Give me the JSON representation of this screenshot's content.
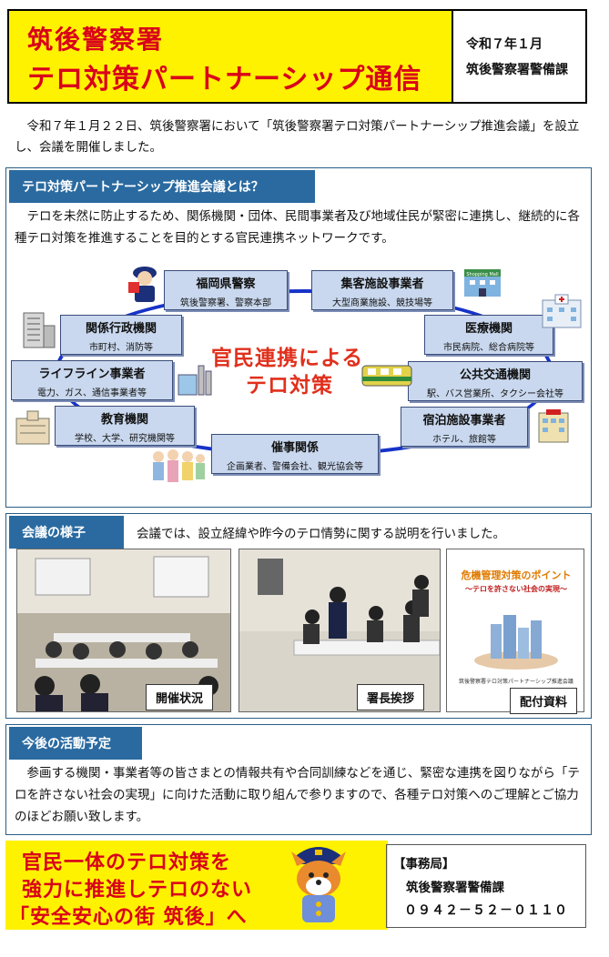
{
  "header": {
    "title_line1": "筑後警察署",
    "title_line2": "テロ対策パートナーシップ通信",
    "date": "令和７年１月",
    "org": "筑後警察署警備課"
  },
  "intro": {
    "text": "　令和７年１月２２日、筑後警察署において「筑後警察署テロ対策パートナーシップ推進会議」を設立し、会議を開催しました。"
  },
  "section1": {
    "label": "テロ対策パートナーシップ推進会議とは？",
    "text": "　テロを未然に防止するため、関係機関・団体、民間事業者及び地域住民が緊密に連携し、継続的に各種テロ対策を推進することを目的とする官民連携ネットワークです。"
  },
  "diagram": {
    "center_line1": "官民連携による",
    "center_line2": "テロ対策",
    "nodes": [
      {
        "title": "福岡県警察",
        "sub": "筑後警察署、警察本部"
      },
      {
        "title": "集客施設事業者",
        "sub": "大型商業施設、競技場等"
      },
      {
        "title": "関係行政機関",
        "sub": "市町村、消防等"
      },
      {
        "title": "医療機関",
        "sub": "市民病院、総合病院等"
      },
      {
        "title": "ライフライン事業者",
        "sub": "電力、ガス、通信事業者等"
      },
      {
        "title": "公共交通機関",
        "sub": "駅、バス営業所、タクシー会社等"
      },
      {
        "title": "教育機関",
        "sub": "学校、大学、研究機関等"
      },
      {
        "title": "宿泊施設事業者",
        "sub": "ホテル、旅館等"
      },
      {
        "title": "催事関係",
        "sub": "企画業者、警備会社、観光協会等"
      }
    ]
  },
  "section2": {
    "label": "会議の様子",
    "text": "会議では、設立経緯や昨今のテロ情勢に関する説明を行いました。",
    "captions": [
      "開催状況",
      "署長挨拶",
      "配付資料"
    ],
    "handout_title": "危機管理対策のポイント",
    "handout_sub": "～テロを許さない社会の実現～",
    "handout_footer": "筑後警察署テロ対策パートナーシップ推進会議",
    "mall_sign": "Shopping Mall"
  },
  "section3": {
    "label": "今後の活動予定",
    "text": "　参画する機関・事業者等の皆さまとの情報共有や合同訓練などを通じ、緊密な連携を図りながら「テロを許さない社会の実現」に向けた活動に取り組んで参りますので、各種テロ対策へのご理解とご協力のほどお願い致します。"
  },
  "slogan": {
    "line1": "官民一体のテロ対策を",
    "line2": "強力に推進しテロのない",
    "line3": "「安全安心の街 筑後」へ"
  },
  "office": {
    "heading": "【事務局】",
    "name": "筑後警察署警備課",
    "phone": "０９４２－５２－０１１０"
  },
  "colors": {
    "accent_red": "#d9001a",
    "highlight_yellow": "#fff200",
    "section_blue": "#2a6aa0",
    "ring_blue": "#1733c8"
  }
}
